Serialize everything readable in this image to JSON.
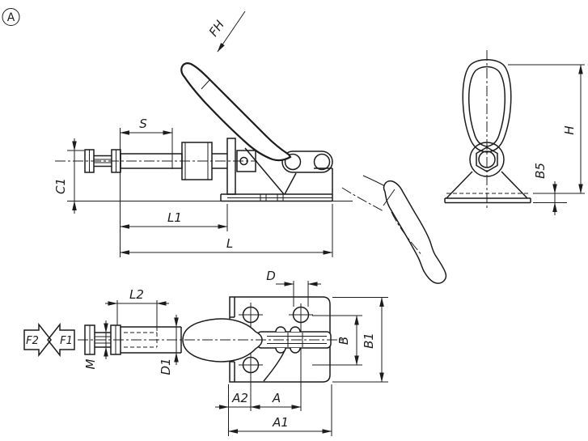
{
  "detail_marker": {
    "label": "A"
  },
  "force_labels": {
    "fh": "FH",
    "f2": "F2",
    "f1": "F1"
  },
  "side_view": {
    "dims": {
      "s": "S",
      "c1": "C1",
      "l1": "L1",
      "l": "L"
    }
  },
  "front_view": {
    "dims": {
      "h": "H",
      "b5": "B5"
    }
  },
  "top_view": {
    "dims": {
      "d": "D",
      "l2": "L2",
      "m": "M",
      "d1": "D1",
      "a2": "A2",
      "a": "A",
      "a1": "A1",
      "b": "B",
      "b1": "B1"
    }
  },
  "colors": {
    "line": "#1c1c1c",
    "background": "#ffffff"
  }
}
